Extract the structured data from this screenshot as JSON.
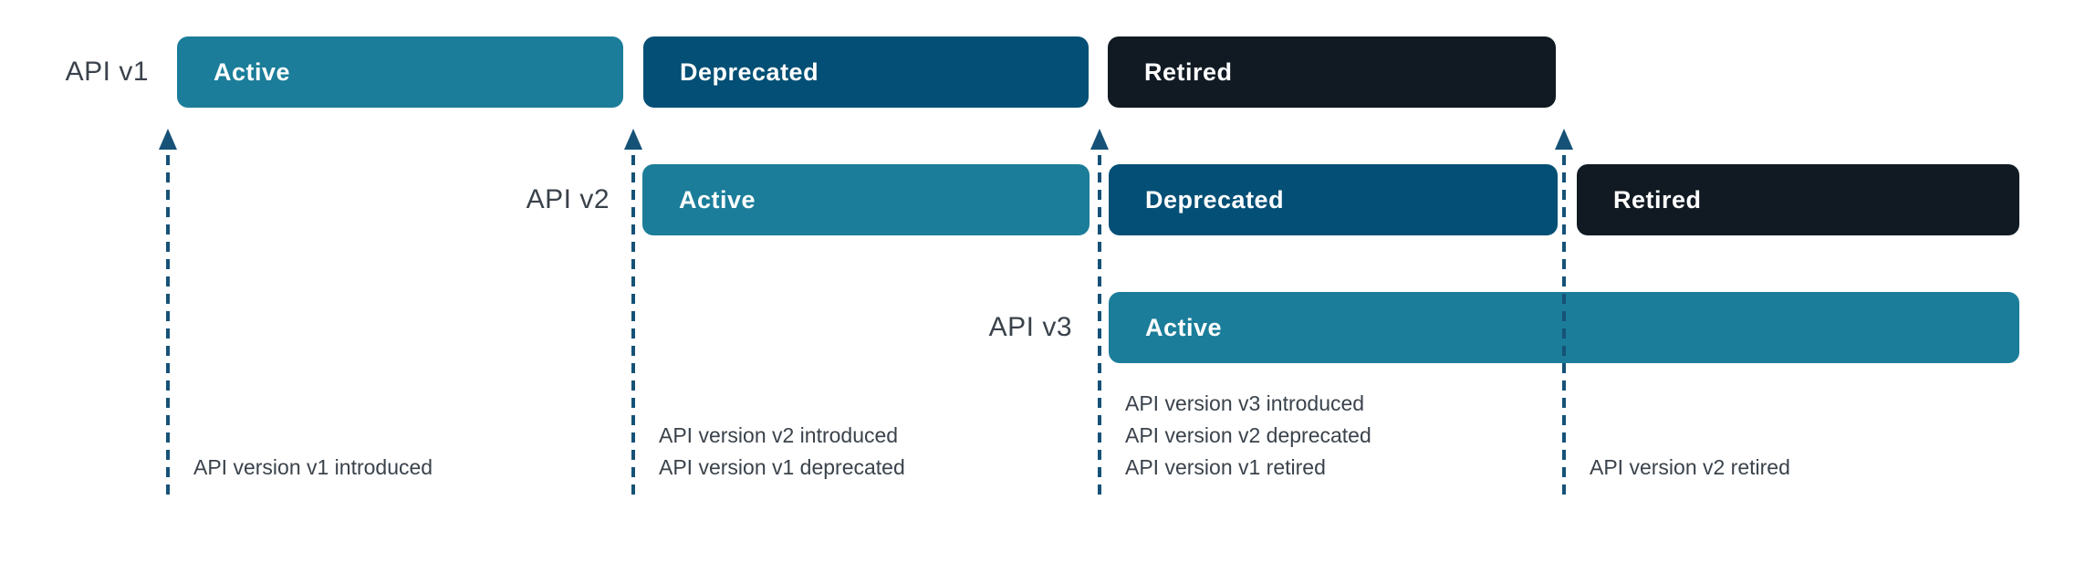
{
  "colors": {
    "active": "#1b7d99",
    "deprecated": "#034f75",
    "retired": "#111a23",
    "arrow": "#165277",
    "text": "#3a424b"
  },
  "rows": [
    {
      "label": "API v1",
      "segments": [
        {
          "phase": "active",
          "label": "Active"
        },
        {
          "phase": "deprecated",
          "label": "Deprecated"
        },
        {
          "phase": "retired",
          "label": "Retired"
        }
      ]
    },
    {
      "label": "API v2",
      "segments": [
        {
          "phase": "active",
          "label": "Active"
        },
        {
          "phase": "deprecated",
          "label": "Deprecated"
        },
        {
          "phase": "retired",
          "label": "Retired"
        }
      ]
    },
    {
      "label": "API v3",
      "segments": [
        {
          "phase": "active",
          "label": "Active"
        }
      ]
    }
  ],
  "events": [
    {
      "lines": [
        "API version v1 introduced"
      ]
    },
    {
      "lines": [
        "API version v2 introduced",
        "API version v1 deprecated"
      ]
    },
    {
      "lines": [
        "API version v3 introduced",
        "API version v2 deprecated",
        "API version v1 retired"
      ]
    },
    {
      "lines": [
        "API version v2 retired"
      ]
    }
  ]
}
